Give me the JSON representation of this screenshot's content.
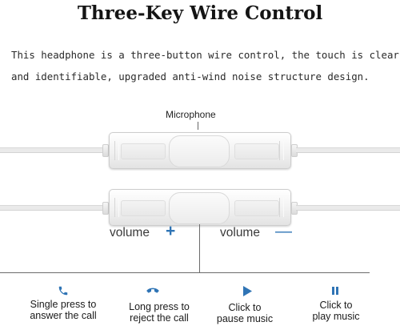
{
  "title": "Three-Key Wire Control",
  "description": {
    "line1": "This headphone is a three-button wire control, the touch is clear",
    "line2": "and identifiable, upgraded anti-wind noise structure design."
  },
  "microphone_label": "Microphone",
  "volume_up": {
    "label": "volume",
    "sign": "+"
  },
  "volume_down": {
    "label": "volume",
    "sign": "—"
  },
  "actions": [
    {
      "icon": "phone-answer-icon",
      "line1": "Single press to",
      "line2": "answer the call"
    },
    {
      "icon": "phone-reject-icon",
      "line1": "Long press to",
      "line2": "reject the call"
    },
    {
      "icon": "play-icon",
      "line1": "Click to",
      "line2": "pause music"
    },
    {
      "icon": "pause-icon",
      "line1": "Click to",
      "line2": "play music"
    }
  ],
  "colors": {
    "accent": "#2f74b5",
    "text": "#1a1a1a"
  }
}
